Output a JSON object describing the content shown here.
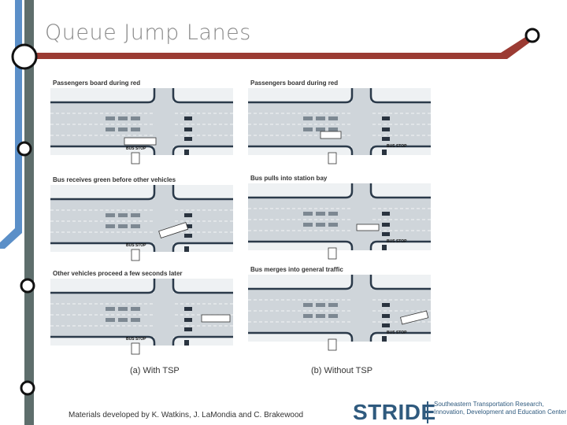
{
  "title": "Queue Jump Lanes",
  "panels": {
    "a1": "Passengers board during red",
    "a2": "Bus receives green before other vehicles",
    "a3": "Other vehicles proceed a few seconds later",
    "b1": "Passengers board during red",
    "b2": "Bus pulls into station bay",
    "b3": "Bus merges into general traffic"
  },
  "sign_text": "BUS STOP",
  "captions": {
    "left": "(a)   With TSP",
    "right": "(b) Without TSP"
  },
  "footer": "Materials developed by K. Watkins, J. LaMondia and C. Brakewood",
  "logo": {
    "word": "STRIDE",
    "line1": "Southeastern Transportation Research,",
    "line2": "Innovation, Development and Education Center"
  },
  "colors": {
    "accent_red": "#9b3b33",
    "accent_blue": "#5b8fc8",
    "accent_gray": "#5e6e6c",
    "logo_blue": "#2f5a7e"
  }
}
